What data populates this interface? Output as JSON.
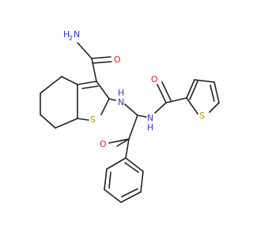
{
  "colors": {
    "bond": "#222222",
    "nitrogen": "#3333cc",
    "oxygen": "#e02020",
    "sulfur": "#b8a000"
  },
  "labels": {
    "amide_n": "N",
    "amide_h2": "H",
    "amide_sub": "2",
    "amide_o": "O",
    "thiophene_s": "S",
    "nh1": "H",
    "nh1_n": "N",
    "nh2": "H",
    "nh2_n": "N",
    "carbonyl_o": "O",
    "ketone_o": "O",
    "thienyl_s": "S"
  }
}
